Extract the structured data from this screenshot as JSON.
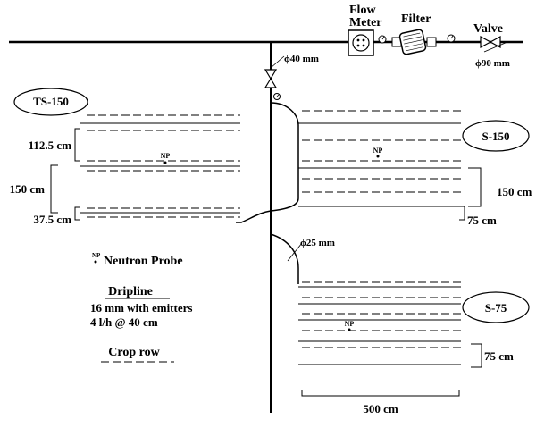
{
  "labels": {
    "flow_meter_line1": "Flow",
    "flow_meter_line2": "Meter",
    "filter": "Filter",
    "valve": "Valve",
    "phi40": "ϕ40 mm",
    "phi90": "ϕ90 mm",
    "phi25": "ϕ25 mm",
    "ts150": "TS-150",
    "s150": "S-150",
    "s75": "S-75",
    "np": "NP",
    "dim_112_5": "112.5 cm",
    "dim_150_left": "150 cm",
    "dim_37_5": "37.5 cm",
    "dim_150_right": "150 cm",
    "dim_75_a": "75 cm",
    "dim_75_b": "75 cm",
    "dim_500": "500 cm"
  },
  "legend": {
    "np_symbol": "NP",
    "neutron_probe": "Neutron Probe",
    "dripline_title": "Dripline",
    "dripline_line1": "16 mm with emitters",
    "dripline_line2": "4 l/h @ 40 cm",
    "crop_row": "Crop row"
  }
}
